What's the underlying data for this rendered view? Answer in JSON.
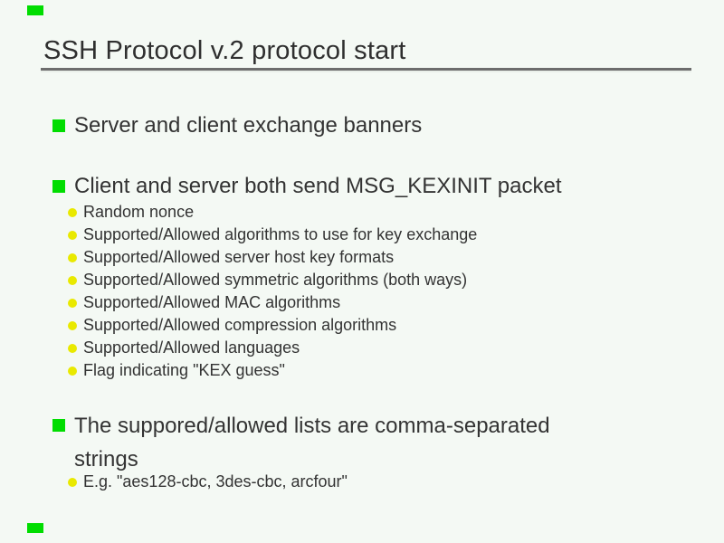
{
  "slide": {
    "title": "SSH Protocol v.2 protocol start",
    "bullets": [
      {
        "label": "Server and client exchange banners",
        "sub": []
      },
      {
        "label": "Client and server both send MSG_KEXINIT packet",
        "sub": [
          "Random nonce",
          "Supported/Allowed algorithms to use for key exchange",
          "Supported/Allowed server host key formats",
          "Supported/Allowed symmetric algorithms (both ways)",
          "Supported/Allowed MAC algorithms",
          "Supported/Allowed compression algorithms",
          "Supported/Allowed languages",
          "Flag indicating \"KEX guess\""
        ]
      },
      {
        "label": "The suppored/allowed lists are comma-separated strings",
        "sub": [
          "E.g. \"aes128-cbc, 3des-cbc, arcfour\""
        ]
      }
    ],
    "colors": {
      "background": "#f4f9f4",
      "text": "#333333",
      "title_text": "#2f2f2f",
      "bullet_green": "#00dd00",
      "bullet_yellow": "#e9e900",
      "rule_gray": "#6d6d6d"
    }
  }
}
